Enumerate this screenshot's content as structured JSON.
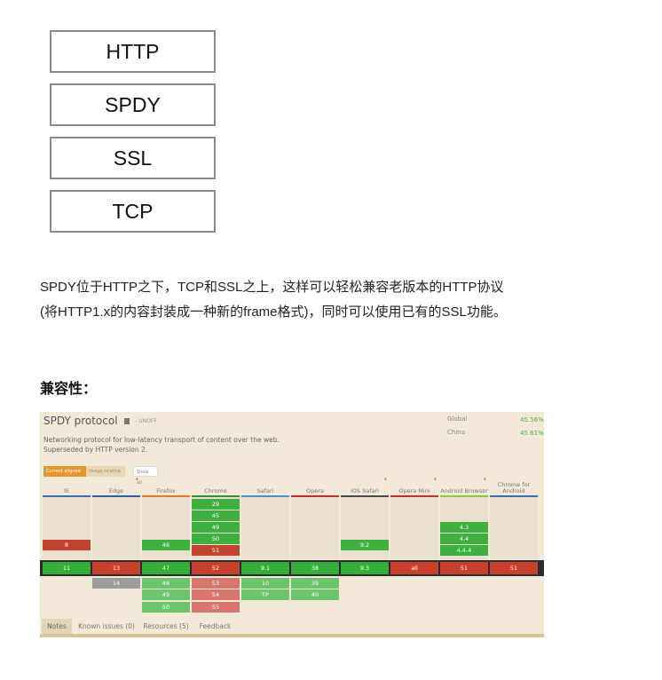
{
  "layers": [
    "HTTP",
    "SPDY",
    "SSL",
    "TCP"
  ],
  "paragraph": {
    "line1": "SPDY位于HTTP之下，TCP和SSL之上，这样可以轻松兼容老版本的HTTP协议",
    "line2": "(将HTTP1.x的内容封装成一种新的frame格式)，同时可以使用已有的SSL功能。"
  },
  "compat_heading": "兼容性：",
  "caniuse": {
    "title": "SPDY protocol",
    "status": "- UNOFF",
    "description": "Networking protocol for low-latency transport of content over the web. Superseded by HTTP version 2.",
    "usage": [
      {
        "label": "Global",
        "value": "45.56%"
      },
      {
        "label": "China",
        "value": "45.61%"
      }
    ],
    "buttons": {
      "current": "Current aligned",
      "relative": "Usage relative",
      "all": "Show all"
    },
    "browsers": [
      {
        "name": "IE",
        "color": "#3a6cb8",
        "note": false
      },
      {
        "name": "Edge",
        "color": "#2e5ea8",
        "note": true
      },
      {
        "name": "Firefox",
        "color": "#e07a2a",
        "note": false
      },
      {
        "name": "Chrome",
        "color": "#3e8b3e",
        "note": false
      },
      {
        "name": "Safari",
        "color": "#4a8fd0",
        "note": false
      },
      {
        "name": "Opera",
        "color": "#c2302a",
        "note": false
      },
      {
        "name": "iOS Safari",
        "color": "#4a4a4a",
        "note": true
      },
      {
        "name": "Opera Mini",
        "color": "#c2302a",
        "note": true
      },
      {
        "name": "Android Browser",
        "color": "#8ac64a",
        "note": true
      },
      {
        "name": "Chrome for Android",
        "color": "#3a6cb8",
        "note": false
      }
    ],
    "tabs": [
      "Notes",
      "Known issues (0)",
      "Resources (5)",
      "Feedback"
    ],
    "colors": {
      "supported": "#3fb040",
      "unsupported": "#c44230",
      "future_supported": "#6cc46c",
      "future_unsupported": "#d6766c",
      "unknown": "#9d9d9d"
    }
  }
}
